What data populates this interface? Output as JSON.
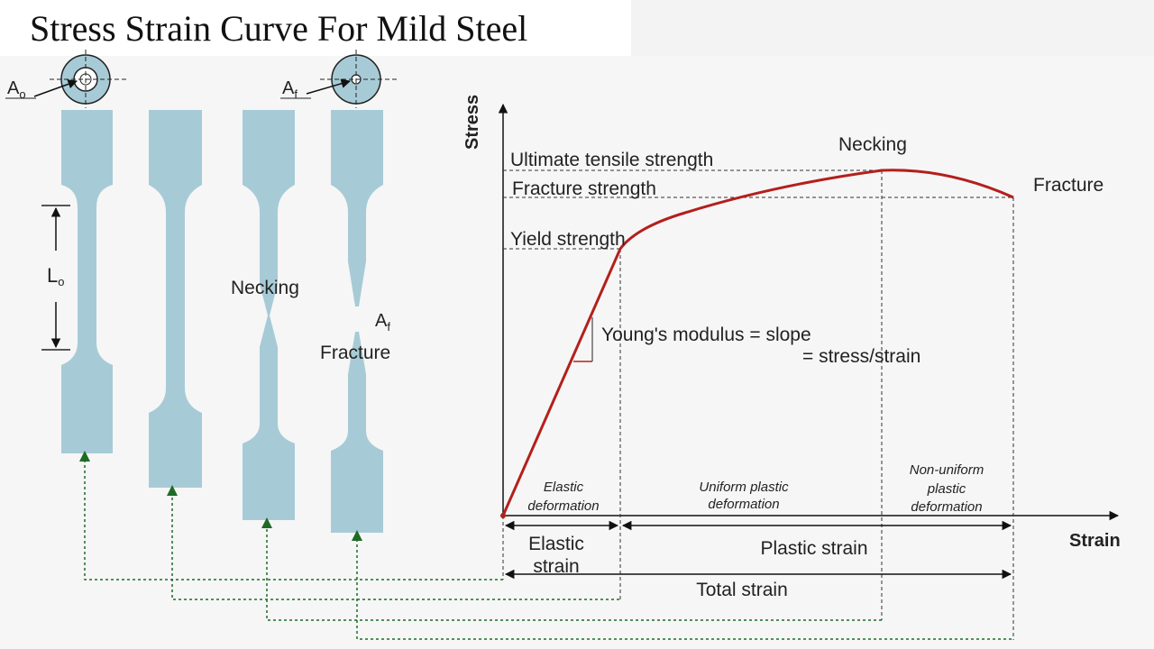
{
  "title": "Stress Strain Curve For Mild Steel",
  "labels": {
    "a0_main": "A",
    "a0_sub": "o",
    "af_main": "A",
    "af_sub": "f",
    "l0_main": "L",
    "l0_sub": "o",
    "necking_specimen": "Necking",
    "fracture_specimen": "Fracture",
    "af_fracture_main": "A",
    "af_fracture_sub": "f",
    "stress_axis": "Stress",
    "strain_axis": "Strain",
    "ultimate_tensile_strength": "Ultimate tensile strength",
    "fracture_strength": "Fracture strength",
    "yield_strength": "Yield strength",
    "necking_point": "Necking",
    "fracture_point": "Fracture",
    "youngs_modulus_line1": "Young's modulus = slope",
    "youngs_modulus_line2": "= stress/strain",
    "elastic_deformation_line1": "Elastic",
    "elastic_deformation_line2": "deformation",
    "uniform_plastic_line1": "Uniform plastic",
    "uniform_plastic_line2": "deformation",
    "nonuniform_line1": "Non-uniform",
    "nonuniform_line2": "plastic",
    "nonuniform_line3": "deformation",
    "elastic_strain_line1": "Elastic",
    "elastic_strain_line2": "strain",
    "plastic_strain": "Plastic strain",
    "total_strain": "Total strain"
  },
  "colors": {
    "specimen": "#a7cbd6",
    "curve": "#b3201c",
    "guide_arrow": "#2e7d32",
    "dashed": "#333333"
  }
}
